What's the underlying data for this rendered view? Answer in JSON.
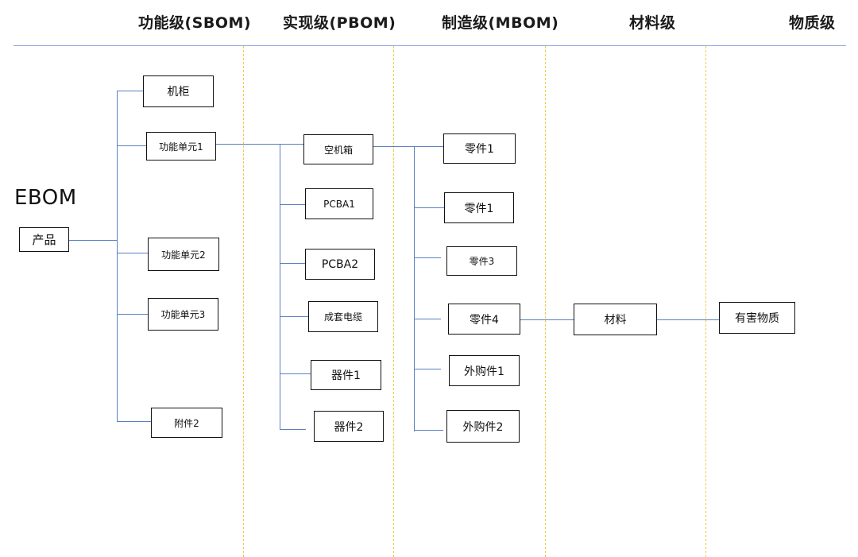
{
  "columns": {
    "sbom": "功能级(SBOM)",
    "pbom": "实现级(PBOM)",
    "mbom": "制造级(MBOM)",
    "material": "材料级",
    "substance": "物质级"
  },
  "ebom_label": "EBOM",
  "product": "产品",
  "sbom_items": [
    "机柜",
    "功能单元1",
    "功能单元2",
    "功能单元3",
    "附件2"
  ],
  "pbom_items": [
    "空机箱",
    "PCBA1",
    "PCBA2",
    "成套电缆",
    "器件1",
    "器件2"
  ],
  "mbom_items": [
    "零件1",
    "零件1",
    "零件3",
    "零件4",
    "外购件1",
    "外购件2"
  ],
  "material_item": "材料",
  "substance_item": "有害物质"
}
